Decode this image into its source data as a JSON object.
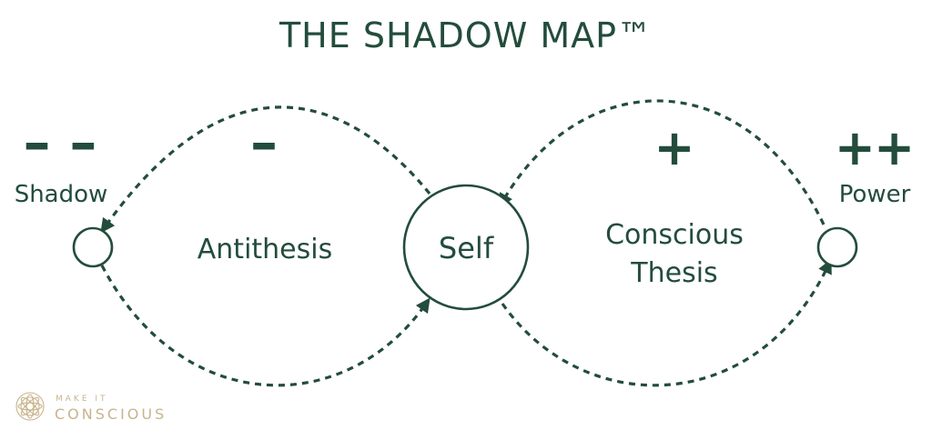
{
  "title": "THE SHADOW MAP™",
  "colors": {
    "primary": "#234c3c",
    "brand_gold": "#c8b48c",
    "background": "#ffffff"
  },
  "poles": {
    "shadow": {
      "sign": "– –",
      "label": "Shadow"
    },
    "antithesis": {
      "sign": "–",
      "label": "Antithesis"
    },
    "self": {
      "label": "Self"
    },
    "thesis": {
      "sign": "+",
      "label_line1": "Conscious",
      "label_line2": "Thesis"
    },
    "power": {
      "sign": "++",
      "label": "Power"
    }
  },
  "brand": {
    "icon": "mandala-logo-icon",
    "line1": "MAKE IT",
    "line2": "CONSCIOUS"
  }
}
